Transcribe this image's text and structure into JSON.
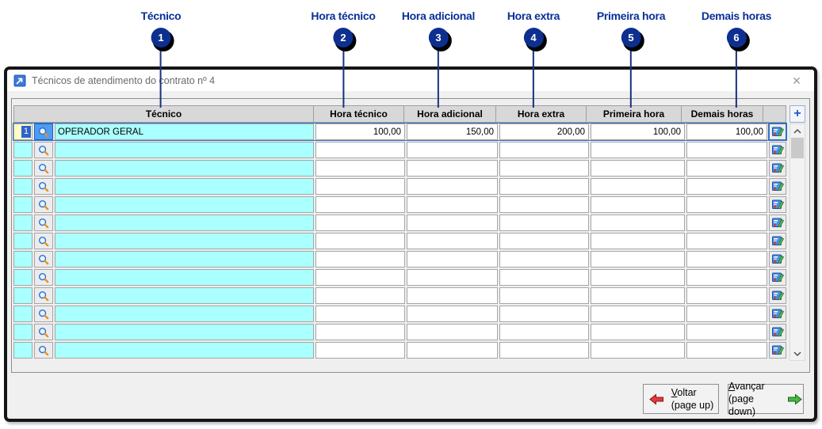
{
  "annotations": {
    "items": [
      {
        "num": "1",
        "label": "Técnico"
      },
      {
        "num": "2",
        "label": "Hora técnico"
      },
      {
        "num": "3",
        "label": "Hora adicional"
      },
      {
        "num": "4",
        "label": "Hora extra"
      },
      {
        "num": "5",
        "label": "Primeira hora"
      },
      {
        "num": "6",
        "label": "Demais horas"
      }
    ]
  },
  "window": {
    "title": "Técnicos de atendimento do contrato nº 4",
    "close_icon": "✕"
  },
  "grid": {
    "columns": [
      "Técnico",
      "Hora técnico",
      "Hora adicional",
      "Hora extra",
      "Primeira hora",
      "Demais horas"
    ],
    "add_button": "+",
    "rows": [
      {
        "selected": true,
        "num": "1",
        "tecnico": "OPERADOR GERAL",
        "hora_tecnico": "100,00",
        "hora_adicional": "150,00",
        "hora_extra": "200,00",
        "primeira_hora": "100,00",
        "demais_horas": "100,00"
      },
      {
        "selected": false,
        "num": "",
        "tecnico": "",
        "hora_tecnico": "",
        "hora_adicional": "",
        "hora_extra": "",
        "primeira_hora": "",
        "demais_horas": ""
      },
      {
        "selected": false,
        "num": "",
        "tecnico": "",
        "hora_tecnico": "",
        "hora_adicional": "",
        "hora_extra": "",
        "primeira_hora": "",
        "demais_horas": ""
      },
      {
        "selected": false,
        "num": "",
        "tecnico": "",
        "hora_tecnico": "",
        "hora_adicional": "",
        "hora_extra": "",
        "primeira_hora": "",
        "demais_horas": ""
      },
      {
        "selected": false,
        "num": "",
        "tecnico": "",
        "hora_tecnico": "",
        "hora_adicional": "",
        "hora_extra": "",
        "primeira_hora": "",
        "demais_horas": ""
      },
      {
        "selected": false,
        "num": "",
        "tecnico": "",
        "hora_tecnico": "",
        "hora_adicional": "",
        "hora_extra": "",
        "primeira_hora": "",
        "demais_horas": ""
      },
      {
        "selected": false,
        "num": "",
        "tecnico": "",
        "hora_tecnico": "",
        "hora_adicional": "",
        "hora_extra": "",
        "primeira_hora": "",
        "demais_horas": ""
      },
      {
        "selected": false,
        "num": "",
        "tecnico": "",
        "hora_tecnico": "",
        "hora_adicional": "",
        "hora_extra": "",
        "primeira_hora": "",
        "demais_horas": ""
      },
      {
        "selected": false,
        "num": "",
        "tecnico": "",
        "hora_tecnico": "",
        "hora_adicional": "",
        "hora_extra": "",
        "primeira_hora": "",
        "demais_horas": ""
      },
      {
        "selected": false,
        "num": "",
        "tecnico": "",
        "hora_tecnico": "",
        "hora_adicional": "",
        "hora_extra": "",
        "primeira_hora": "",
        "demais_horas": ""
      },
      {
        "selected": false,
        "num": "",
        "tecnico": "",
        "hora_tecnico": "",
        "hora_adicional": "",
        "hora_extra": "",
        "primeira_hora": "",
        "demais_horas": ""
      },
      {
        "selected": false,
        "num": "",
        "tecnico": "",
        "hora_tecnico": "",
        "hora_adicional": "",
        "hora_extra": "",
        "primeira_hora": "",
        "demais_horas": ""
      },
      {
        "selected": false,
        "num": "",
        "tecnico": "",
        "hora_tecnico": "",
        "hora_adicional": "",
        "hora_extra": "",
        "primeira_hora": "",
        "demais_horas": ""
      }
    ]
  },
  "footer": {
    "back_label": "Voltar",
    "back_sub": "(page up)",
    "forward_label": "Avançar",
    "forward_sub": "(page down)"
  },
  "colors": {
    "annotation_navy": "#0b2f97",
    "badge_navy": "#0d2f8f",
    "cell_cyan": "#aaffff",
    "row_number_yellow": "#ffffc4",
    "selection_blue": "#2e63cf",
    "row_focus_blue": "#2f71c4",
    "header_gray": "#d8d8d8",
    "client_gray": "#f0f0f0",
    "titlebar_white": "#ffffff",
    "back_arrow_red": "#e03c3c",
    "forward_arrow_green": "#46b946",
    "add_button_blue": "#2457c5"
  }
}
